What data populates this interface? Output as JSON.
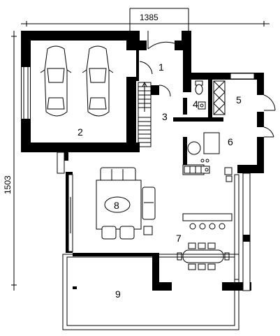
{
  "dimensions": {
    "width_label": "1385",
    "height_label": "1503"
  },
  "rooms": [
    {
      "id": "1",
      "label": "1"
    },
    {
      "id": "2",
      "label": "2"
    },
    {
      "id": "3",
      "label": "3"
    },
    {
      "id": "4",
      "label": "4"
    },
    {
      "id": "5",
      "label": "5"
    },
    {
      "id": "6",
      "label": "6"
    },
    {
      "id": "7",
      "label": "7"
    },
    {
      "id": "8",
      "label": "8"
    },
    {
      "id": "9",
      "label": "9"
    }
  ],
  "colors": {
    "wall": "#000000",
    "background": "#ffffff"
  }
}
